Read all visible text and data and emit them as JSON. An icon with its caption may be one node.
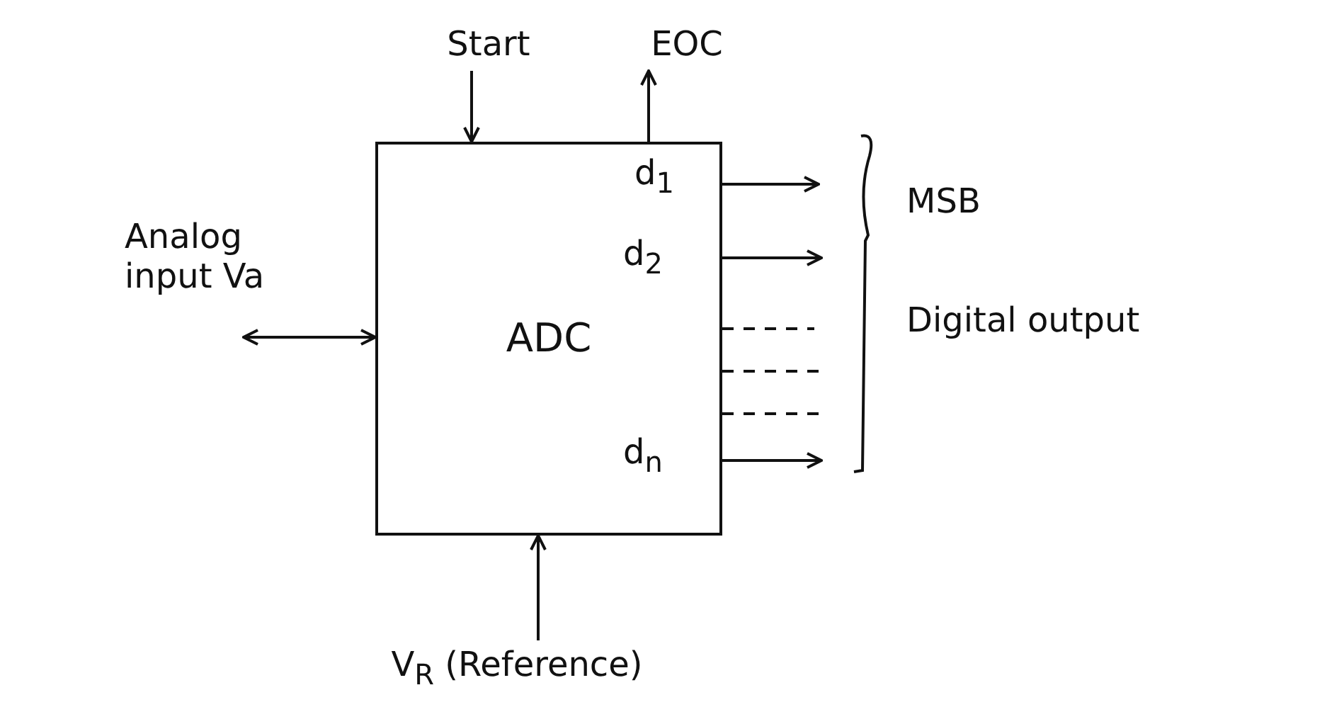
{
  "diagram": {
    "nodes": [
      {
        "text": [
          "ADC"
        ]
      },
      {
        "text": [
          "Start"
        ]
      },
      {
        "text": [
          "EOC"
        ]
      },
      {
        "text": [
          "Analog input Va"
        ]
      },
      {
        "text": [
          "V$_{R}$ (Reference)"
        ]
      }
    ],
    "edges": [
      {
        "from": 1,
        "to": 0,
        "arrow": "to"
      },
      {
        "from": 0,
        "to": 2,
        "arrow": "to"
      },
      {
        "from": 3,
        "to": 0,
        "arrow": "both"
      },
      {
        "from": 4,
        "to": 0,
        "arrow": "to"
      },
      {
        "from": 0,
        "to": null,
        "arrow": "to"
      },
      {
        "from": 0,
        "to": null,
        "arrow": "to"
      },
      {
        "from": 0,
        "to": null,
        "arrow": "none",
        "style": "dashed"
      },
      {
        "from": 0,
        "to": null,
        "arrow": "none",
        "style": "dashed"
      },
      {
        "from": 0,
        "to": null,
        "arrow": "none",
        "style": "dashed"
      },
      {
        "from": 0,
        "to": null,
        "arrow": "to"
      }
    ],
    "labels": [
      "d$_{1}$",
      "d$_{2}$",
      "MSB",
      "Digital output",
      "d$_{n}$"
    ]
  }
}
